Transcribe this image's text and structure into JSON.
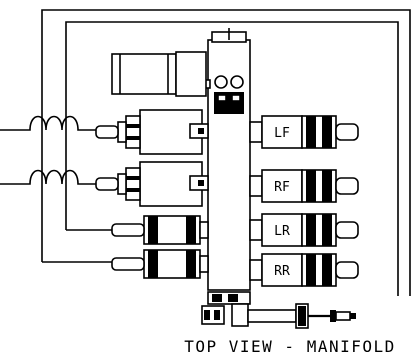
{
  "diagram": {
    "caption": "TOP VIEW - MANIFOLD",
    "valve_labels": [
      "LF",
      "RF",
      "LR",
      "RR"
    ]
  }
}
